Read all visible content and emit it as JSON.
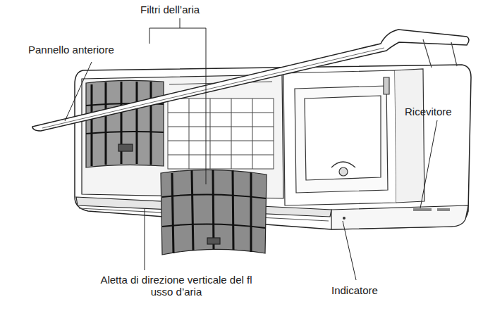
{
  "diagram": {
    "labels": [
      "Filtri dell’aria",
      "Pannello anteriore",
      "Ricevitore",
      "Aletta di direzione verticale del fl usso d’aria",
      "Indicatore"
    ]
  }
}
